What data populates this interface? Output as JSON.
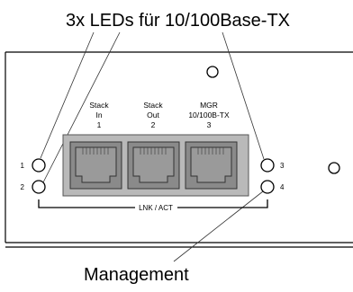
{
  "callouts": {
    "top": "3x LEDs für 10/100Base-TX",
    "bottom": "Management"
  },
  "ports": [
    {
      "name_line1": "Stack",
      "name_line2": "In",
      "number": "1"
    },
    {
      "name_line1": "Stack",
      "name_line2": "Out",
      "number": "2"
    },
    {
      "name_line1": "MGR",
      "name_line2": "10/100B-TX",
      "number": "3"
    }
  ],
  "leds_left": [
    "1",
    "2"
  ],
  "leds_right": [
    "3",
    "4"
  ],
  "bracket_label": "LNK / ACT"
}
